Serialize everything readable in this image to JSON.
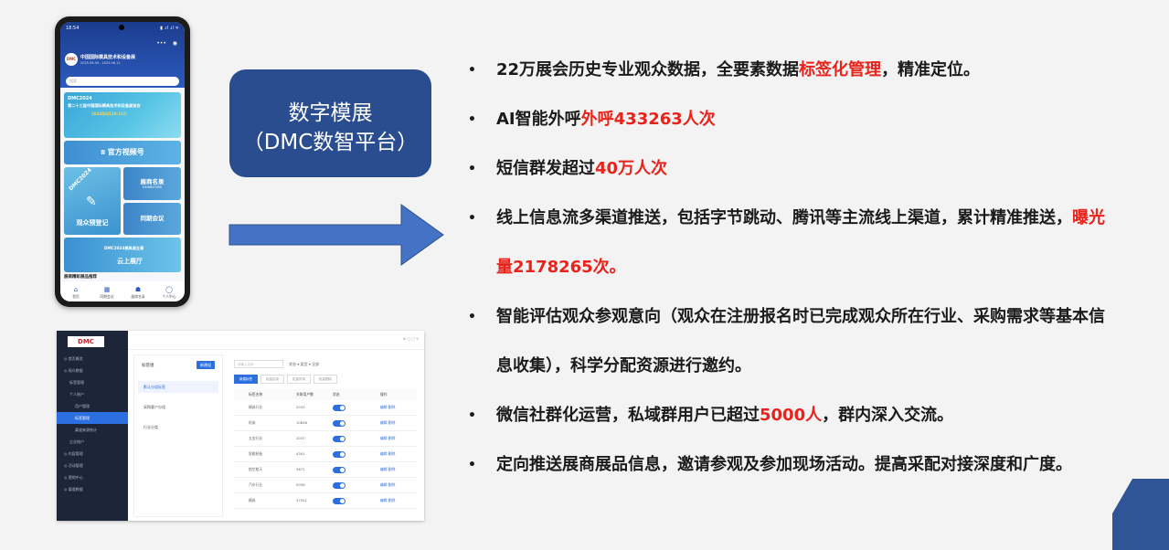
{
  "phone": {
    "status_time": "18:54",
    "status_icons": "▮ .ıl .ıl ᯤ",
    "logo": "DMC",
    "org_name": "中国国际模具技术和设备展",
    "date_range": "2025.06.09 - 2025.06.12",
    "search_placeholder": "搜索",
    "banner_tag": "DMC2024",
    "banner_title": "第二十三届中国国际模具技术和设备展览会",
    "banner_subtitle": "2024年6月18-21日",
    "video_label": "官方视频号",
    "register_tag": "DMC2024",
    "register_label": "观众预登记",
    "exhibitor_label": "展商名录",
    "exhibitor_sub": "EXHIBITORS",
    "conference_label": "同期会议",
    "cloud_title": "DMC2024模具展全景",
    "cloud_label": "云上展厅",
    "featured_label": "展商精彩展品推荐",
    "tabs": [
      {
        "icon": "home-icon",
        "glyph": "⌂",
        "label": "首页"
      },
      {
        "icon": "calendar-icon",
        "glyph": "▦",
        "label": "同期会议"
      },
      {
        "icon": "group-icon",
        "glyph": "☗",
        "label": "展商名录"
      },
      {
        "icon": "user-icon",
        "glyph": "◯",
        "label": "个人中心"
      }
    ]
  },
  "dashboard": {
    "logo": "DMC",
    "menu": [
      {
        "label": "◎ 首页概览",
        "level": 0,
        "active": false
      },
      {
        "label": "◎ 观众数据",
        "level": 0,
        "active": false
      },
      {
        "label": "标签管理",
        "level": 1,
        "active": false
      },
      {
        "label": "个人账户",
        "level": 1,
        "active": false
      },
      {
        "label": "用户管理",
        "level": 2,
        "active": false
      },
      {
        "label": "标签管理",
        "level": 2,
        "active": true
      },
      {
        "label": "渠道来源统计",
        "level": 2,
        "active": false
      },
      {
        "label": "企业账户",
        "level": 1,
        "active": false
      },
      {
        "label": "◎ 内容管理",
        "level": 0,
        "active": false
      },
      {
        "label": "◎ 活动管理",
        "level": 0,
        "active": false
      },
      {
        "label": "◎ 营销中心",
        "level": 0,
        "active": false
      },
      {
        "label": "◎ 渠道数据",
        "level": 0,
        "active": false
      }
    ],
    "list_title": "标签组",
    "new_button": "新建组",
    "groups": [
      "默认分组标签",
      "采购客户分组",
      "行业分类"
    ],
    "search_placeholder": "请输入名称",
    "filters": "状态 ▾  类型 ▾  全部",
    "buttons": [
      "新建标签",
      "批量启用",
      "批量停用",
      "批量删除"
    ],
    "headers": [
      "标签名称",
      "关联用户数",
      "状态",
      "操作"
    ],
    "rows": [
      {
        "name": "模具行业",
        "count": "2033",
        "action": "编辑  删除"
      },
      {
        "name": "机床",
        "count": "10846",
        "action": "编辑  删除"
      },
      {
        "name": "五金行业",
        "count": "2037",
        "action": "编辑  删除"
      },
      {
        "name": "智能制造",
        "count": "4301",
        "action": "编辑  删除"
      },
      {
        "name": "航空航天",
        "count": "3671",
        "action": "编辑  删除"
      },
      {
        "name": "汽车行业",
        "count": "5058",
        "action": "编辑  删除"
      },
      {
        "name": "模具",
        "count": "37041",
        "action": "编辑  删除"
      }
    ]
  },
  "pill": {
    "line1": "数字模展",
    "line2": "（DMC数智平台）"
  },
  "bullets": [
    [
      {
        "t": "22万展会历史专业观众数据，全要素数据"
      },
      {
        "t": "标签化管理",
        "red": true
      },
      {
        "t": "，精准定位。"
      }
    ],
    [
      {
        "t": "AI智能外呼"
      },
      {
        "t": "外呼433263人次",
        "red": true
      }
    ],
    [
      {
        "t": "短信群发超过"
      },
      {
        "t": "40万人次",
        "red": true
      }
    ],
    [
      {
        "t": "线上信息流多渠道推送，包括字节跳动、腾讯等主流线上渠道，累计精准推送，"
      },
      {
        "t": "曝光量2178265次。",
        "red": true
      }
    ],
    [
      {
        "t": "智能评估观众参观意向（观众在注册报名时已完成观众所在行业、采购需求等基本信息收集），科学分配资源进行邀约。"
      }
    ],
    [
      {
        "t": "微信社群化运营，私域群用户已超过"
      },
      {
        "t": "5000人",
        "red": true
      },
      {
        "t": "，群内深入交流。"
      }
    ],
    [
      {
        "t": "定向推送展商展品信息，邀请参观及参加现场活动。提高采配对接深度和广度。"
      }
    ]
  ],
  "colors": {
    "accent_red": "#e8231b",
    "pill_blue": "#2a4d8f",
    "arrow_blue": "#4472c4",
    "corner_blue": "#2f5597"
  }
}
